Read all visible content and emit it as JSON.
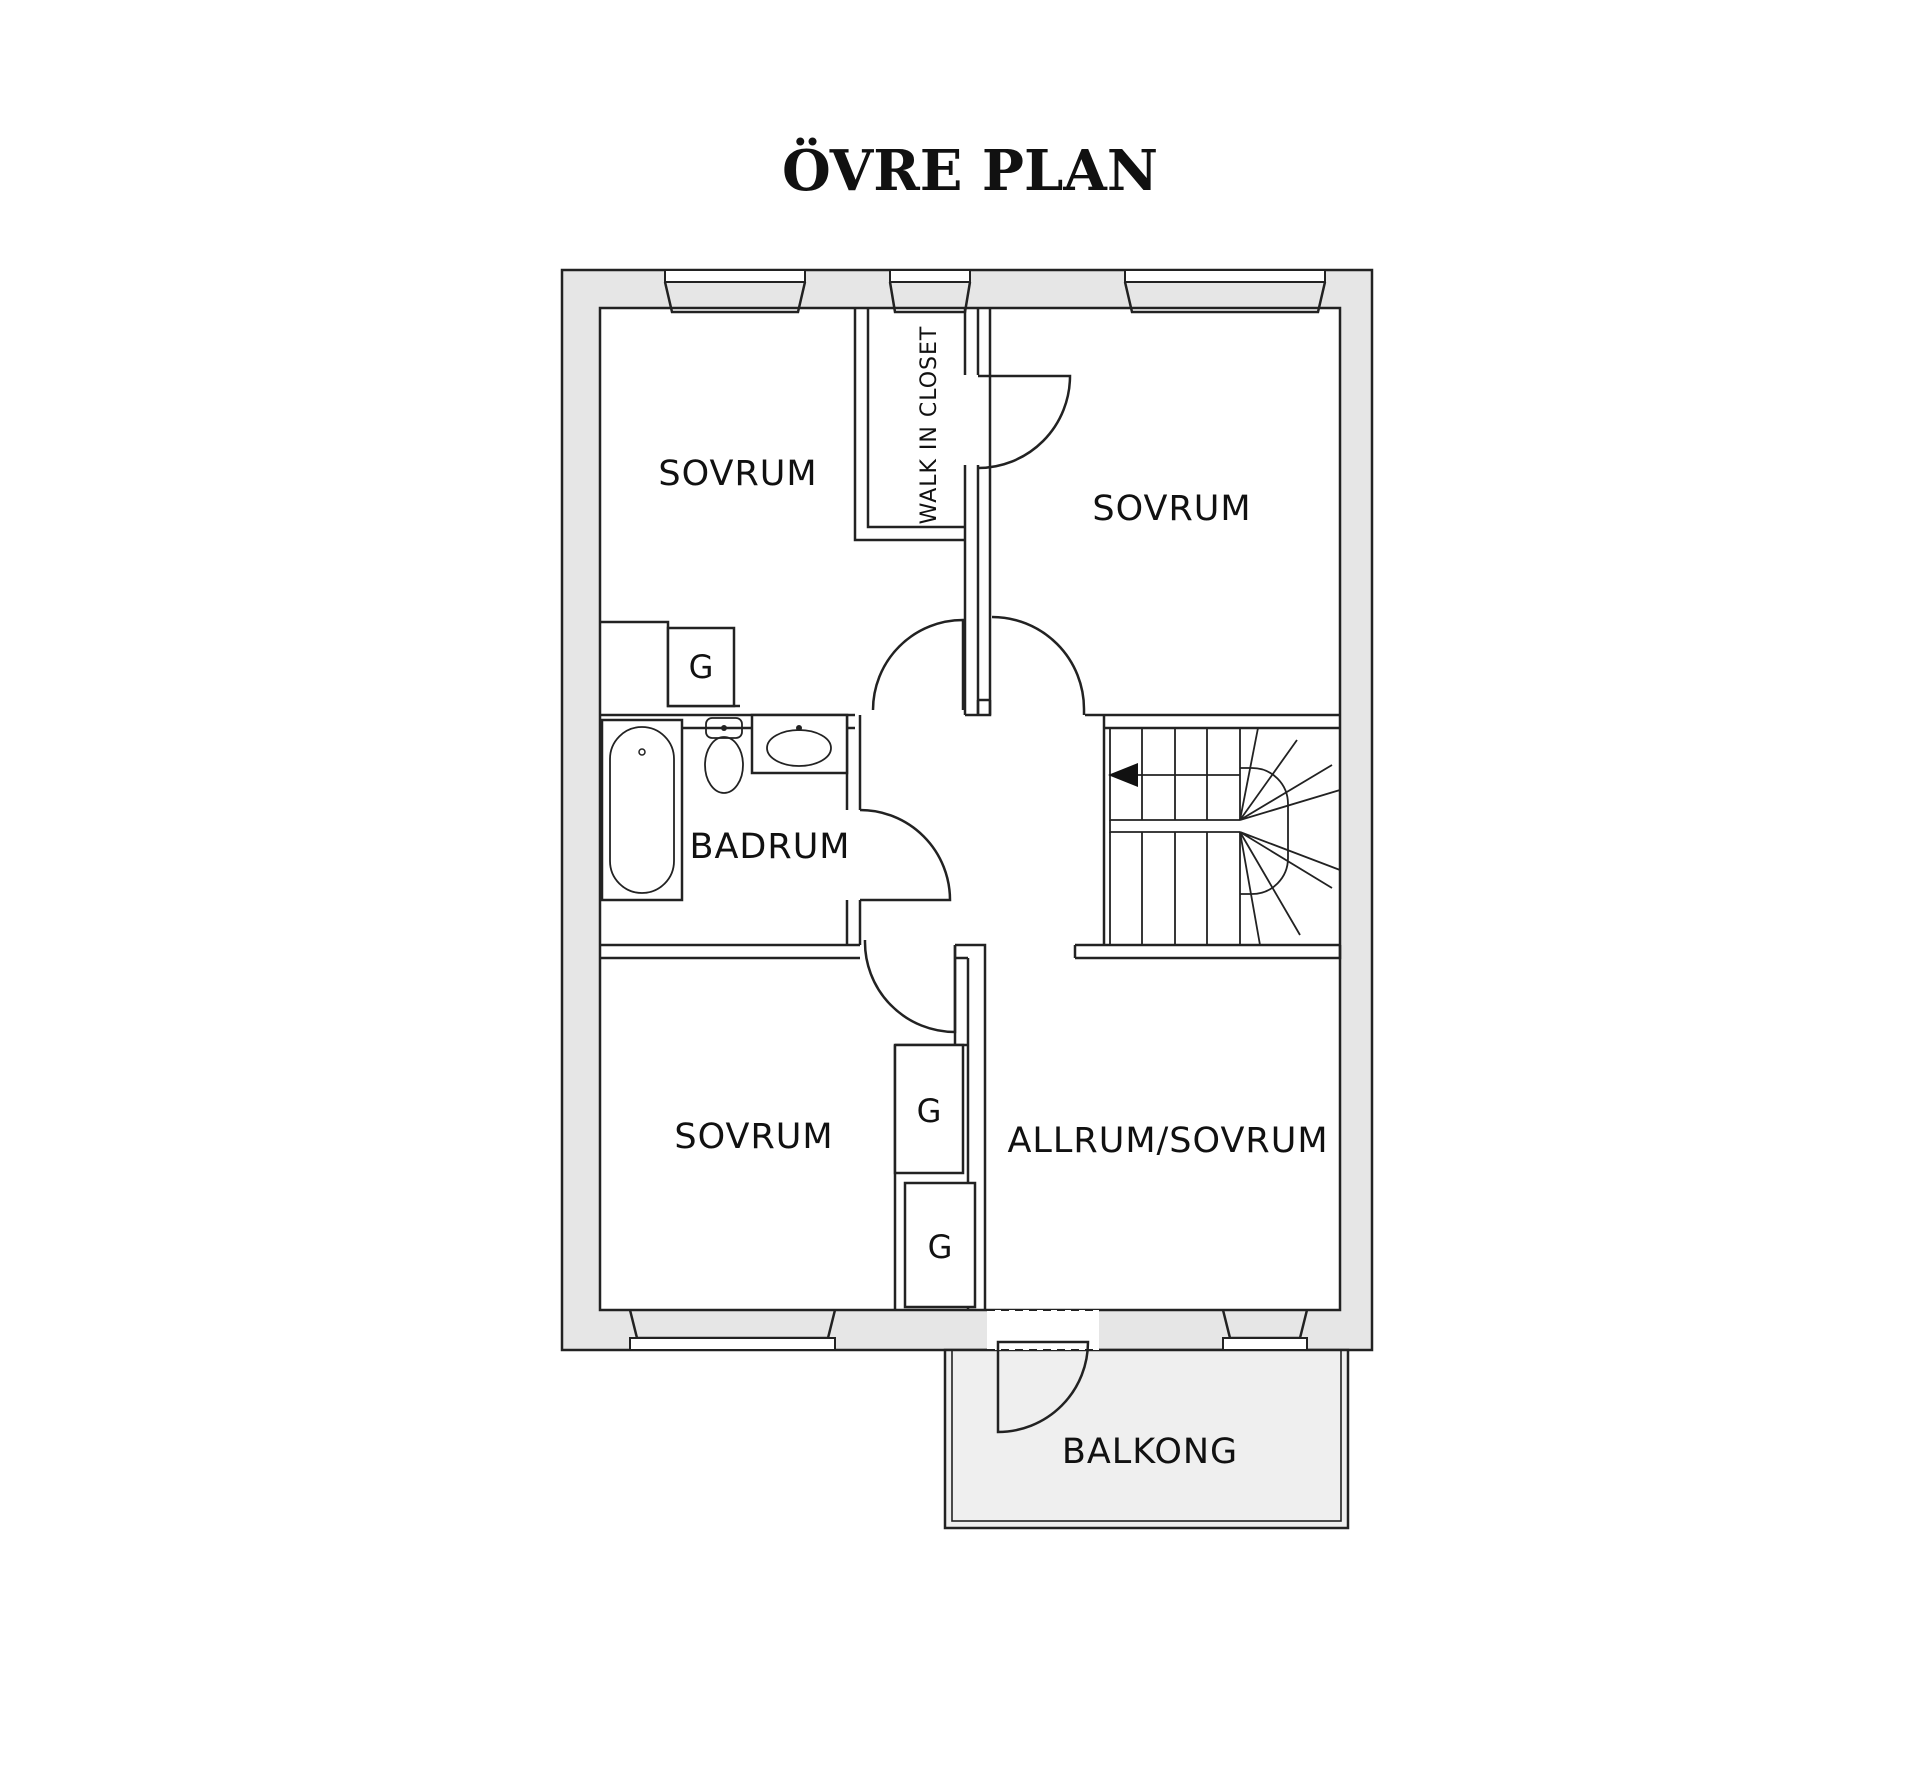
{
  "title": "ÖVRE PLAN",
  "rooms": {
    "bedroom_top_left": "SOVRUM",
    "walk_in_closet": "WALK IN CLOSET",
    "bedroom_top_right": "SOVRUM",
    "bathroom": "BADRUM",
    "bedroom_bottom_left": "SOVRUM",
    "family_room": "ALLRUM/SOVRUM",
    "balcony": "BALKONG"
  },
  "wardrobes": {
    "top_left": "G",
    "middle": "G",
    "bottom": "G"
  },
  "colors": {
    "wall_fill": "#e6e6e6",
    "line": "#222222",
    "balcony_fill": "#efefef"
  }
}
